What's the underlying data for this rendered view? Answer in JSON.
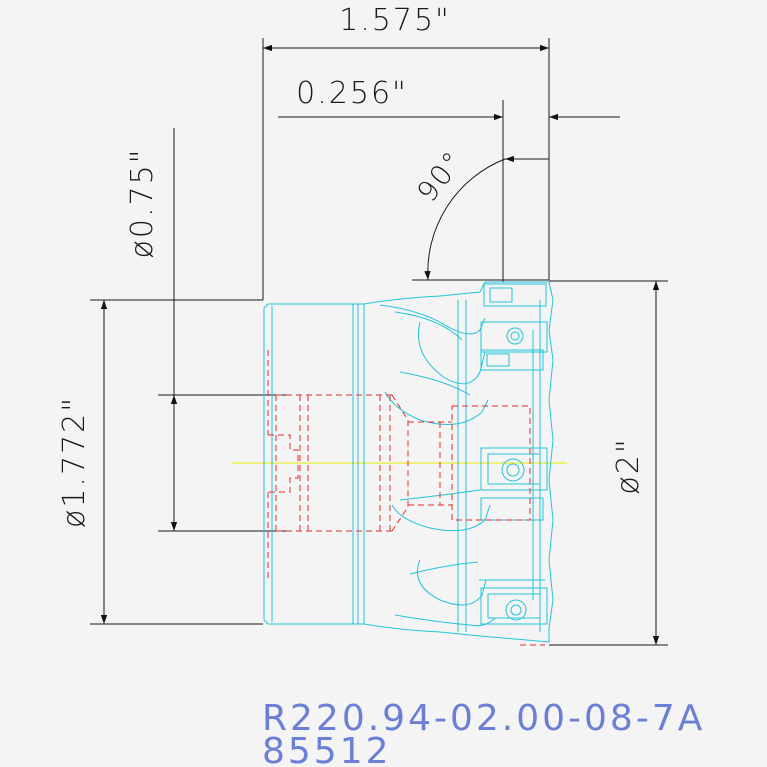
{
  "drawing": {
    "dimensions": {
      "overall_length": "1.575\"",
      "insert_offset": "0.256\"",
      "angle": "90°",
      "bore_diameter": "ø0.75\"",
      "hub_diameter": "ø1.772\"",
      "cutter_diameter": "ø2\""
    },
    "part_number": "R220.94-02.00-08-7A",
    "item_number": "85512"
  },
  "colors": {
    "background": "#f4f4f4",
    "dimension_lines": "#1a1a1a",
    "body_outline": "#22c4d8",
    "hidden_lines": "#e0302a",
    "centerline": "#e8e800",
    "label_text": "#6b7fd6"
  }
}
